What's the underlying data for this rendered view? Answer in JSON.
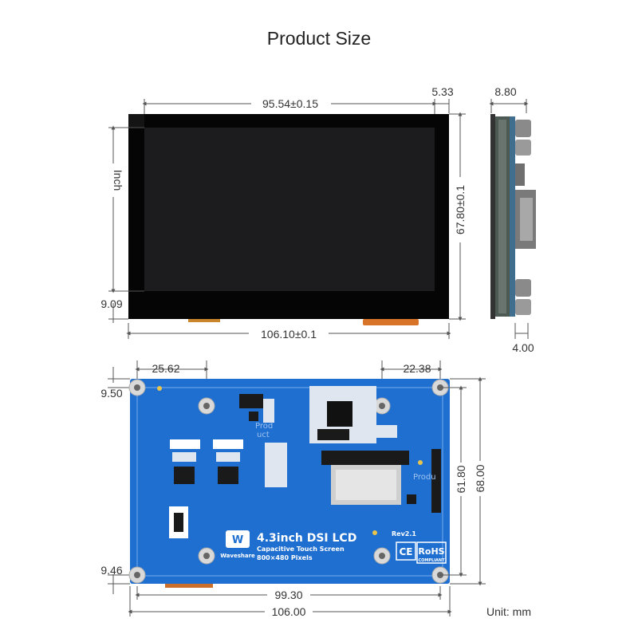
{
  "title": "Product Size",
  "front_view": {
    "width_label": "95.54±0.15",
    "bezel_label": "5.33",
    "height_label": "67.80±0.1",
    "size_label": "Inch",
    "bottom_margin_label": "9.09",
    "total_width_label": "106.10±0.1"
  },
  "side_view": {
    "thickness_label": "8.80",
    "panel_label": "4.00"
  },
  "back_view": {
    "left_offset_label": "25.62",
    "right_offset_label": "22.38",
    "top_margin_label": "9.50",
    "bottom_margin_label": "9.46",
    "hole_height_label": "61.80",
    "total_height_label": "68.00",
    "hole_width_label": "99.30",
    "total_width_label": "106.00",
    "product_name": "4.3inch DSI LCD",
    "product_sub": "Capacitive Touch Screen",
    "product_res": "800×480 Pixels",
    "brand": "Waveshare",
    "rev": "Rev2.1",
    "ce_mark": "CE",
    "rohs_mark": "RoHS",
    "rohs_sub": "COMPLIANT",
    "watermark_1": "Prod",
    "watermark_1b": "uct",
    "watermark_2": "Produ"
  },
  "unit_label": "Unit: mm",
  "colors": {
    "pcb_blue": "#1f6fd0",
    "screen_black": "#050505",
    "display_area": "#1c1c1e"
  }
}
